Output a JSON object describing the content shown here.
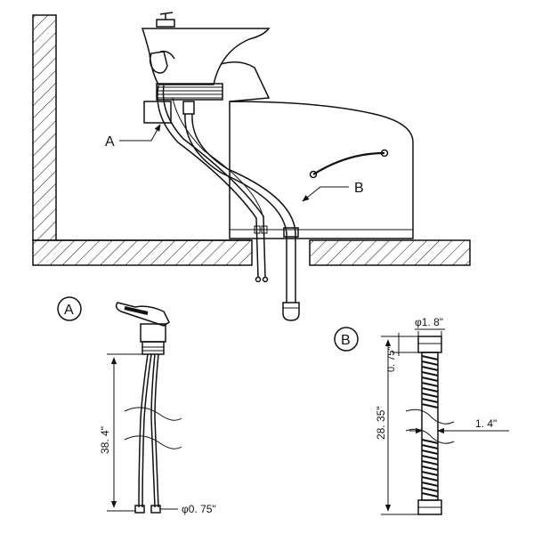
{
  "callouts": {
    "a_main": "A",
    "b_main": "B",
    "a_detail": "A",
    "b_detail": "B"
  },
  "dimensions": {
    "hose_length_a": "38. 4\"",
    "connector_a": "φ0. 75\"",
    "top_diameter_b": "φ1. 8\"",
    "fitting_length_b": "0. 75\"",
    "hose_length_b": "28. 35\"",
    "hose_diameter_b": "1. 4\""
  }
}
